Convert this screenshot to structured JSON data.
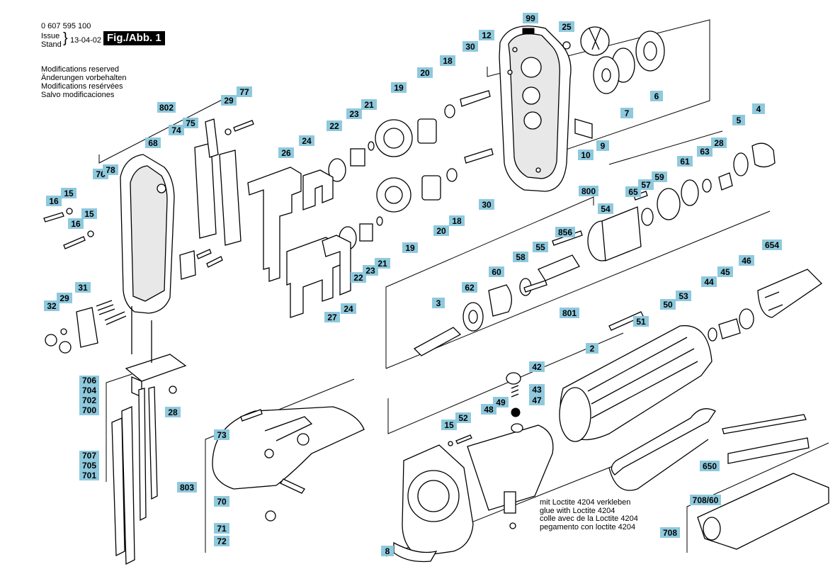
{
  "header": {
    "part_number": "0 607 595 100",
    "issue_label": "Issue",
    "stand_label": "Stand",
    "issue_date": "13-04-02",
    "figure_label": "Fig./Abb. 1"
  },
  "notes": [
    "Modifications reserved",
    "Änderungen vorbehalten",
    "Modifications resérvées",
    "Salvo modificaciones"
  ],
  "loctite_note": [
    "mit Loctite 4204 verkleben",
    "glue with Loctite 4204",
    "colle avec de la Loctite 4204",
    "pegamento con loctite 4204"
  ],
  "labels": {
    "l99": "99",
    "l25": "25",
    "l12": "12",
    "l30a": "30",
    "l18a": "18",
    "l20a": "20",
    "l19a": "19",
    "l21a": "21",
    "l23a": "23",
    "l22a": "22",
    "l24a": "24",
    "l26": "26",
    "l802": "802",
    "l29a": "29",
    "l77": "77",
    "l74": "74",
    "l75": "75",
    "l68": "68",
    "l76": "76",
    "l78": "78",
    "l16a": "16",
    "l15a": "15",
    "l15b": "15",
    "l16b": "16",
    "l31": "31",
    "l32": "32",
    "l29b": "29",
    "l706": "706",
    "l704": "704",
    "l702": "702",
    "l700": "700",
    "l28a": "28",
    "l707": "707",
    "l705": "705",
    "l701": "701",
    "l73": "73",
    "l803": "803",
    "l70": "70",
    "l71": "71",
    "l72": "72",
    "l27": "27",
    "l24b": "24",
    "l22b": "22",
    "l23b": "23",
    "l21b": "21",
    "l19b": "19",
    "l20b": "20",
    "l18b": "18",
    "l30b": "30",
    "l10": "10",
    "l9": "9",
    "l7": "7",
    "l6": "6",
    "l5": "5",
    "l4": "4",
    "l28b": "28",
    "l63": "63",
    "l61": "61",
    "l59": "59",
    "l57": "57",
    "l65": "65",
    "l800": "800",
    "l54": "54",
    "l856": "856",
    "l55": "55",
    "l58": "58",
    "l60": "60",
    "l62": "62",
    "l3": "3",
    "l801": "801",
    "l51": "51",
    "l2": "2",
    "l50": "50",
    "l53": "53",
    "l44": "44",
    "l45": "45",
    "l46": "46",
    "l654": "654",
    "l42": "42",
    "l43": "43",
    "l47": "47",
    "l49": "49",
    "l48": "48",
    "l52": "52",
    "l15c": "15",
    "l8": "8",
    "l650": "650",
    "l708_60": "708/60",
    "l708": "708"
  }
}
